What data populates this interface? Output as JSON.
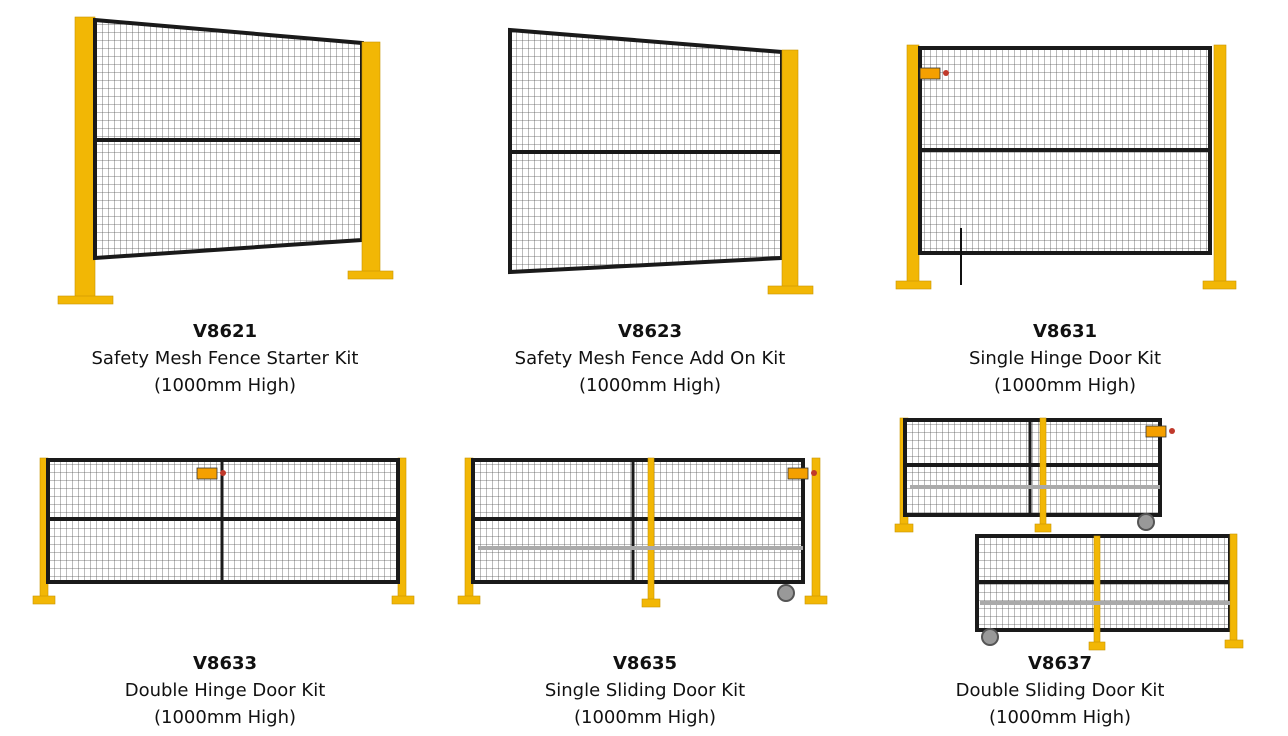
{
  "products": [
    {
      "code": "V8621",
      "name": "Safety Mesh Fence Starter Kit",
      "spec": "(1000mm High)"
    },
    {
      "code": "V8623",
      "name": "Safety Mesh Fence Add On Kit",
      "spec": "(1000mm High)"
    },
    {
      "code": "V8631",
      "name": "Single Hinge Door Kit",
      "spec": "(1000mm High)"
    },
    {
      "code": "V8633",
      "name": "Double Hinge Door Kit",
      "spec": "(1000mm High)"
    },
    {
      "code": "V8635",
      "name": "Single Sliding Door Kit",
      "spec": "(1000mm High)"
    },
    {
      "code": "V8637",
      "name": "Double Sliding Door Kit",
      "spec": "(1000mm High)"
    }
  ],
  "colors": {
    "post": "#f2b705",
    "frame": "#1a1a1a",
    "lock": "#f5a000"
  }
}
